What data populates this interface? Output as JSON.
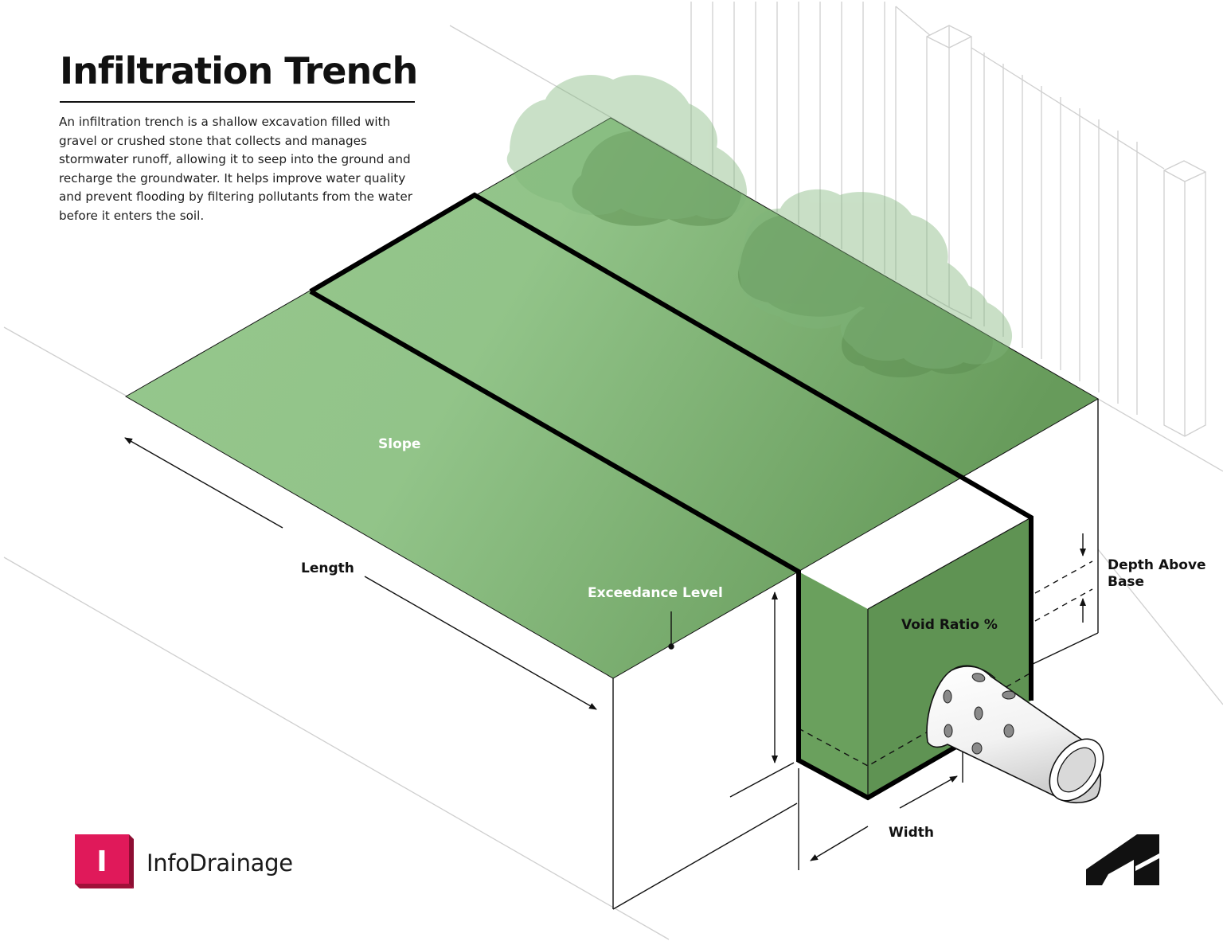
{
  "header": {
    "title": "Infiltration Trench",
    "description": "An infiltration trench is a shallow excavation filled with gravel or crushed stone that collects and manages stormwater runoff, allowing it to seep into the ground and recharge the groundwater. It helps improve water quality and prevent flooding by filtering pollutants from the water before it enters the soil."
  },
  "labels": {
    "slope": "Slope",
    "length": "Length",
    "exceedance_level": "Exceedance Level",
    "void_ratio": "Void Ratio %",
    "depth_above_base": "Depth Above Base",
    "width": "Width"
  },
  "brand": {
    "product_name": "InfoDrainage",
    "product_logo_letter": "I",
    "product_logo_icon": "infodrainage-logo-icon",
    "maker_logo_icon": "autodesk-logo-icon"
  },
  "colors": {
    "grass_light": "#95c68c",
    "grass_dark": "#6b9c5e",
    "trench_front": "#669a5a",
    "trench_side": "#5f9353",
    "tree": "#7fb27a",
    "outline": "#000000",
    "brand_red": "#e0195a"
  }
}
